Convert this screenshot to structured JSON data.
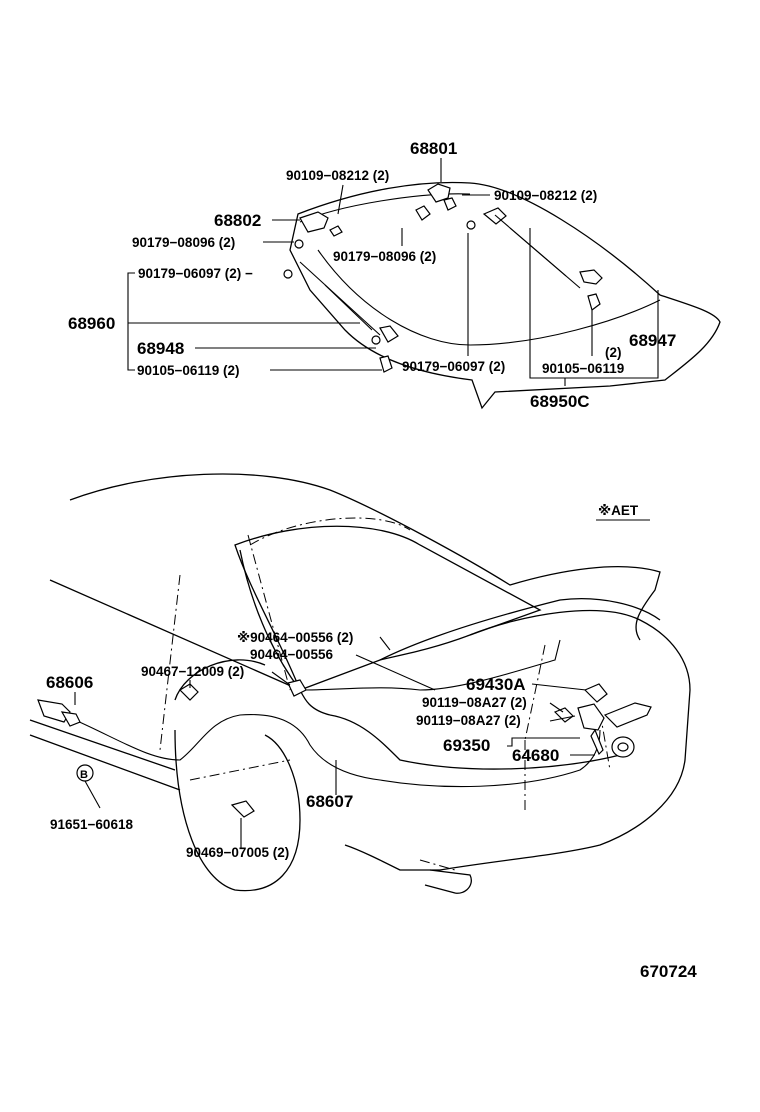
{
  "top_labels": {
    "p68801": "68801",
    "p90109_a": "90109−08212 (2)",
    "p90109_b": "90109−08212 (2)",
    "p68802": "68802",
    "p90179_08096_a": "90179−08096 (2)",
    "p90179_08096_b": "90179−08096 (2)",
    "p90179_06097_a": "90179−06097 (2) −",
    "p68960": "68960",
    "p68948": "68948",
    "p90105_a": "90105−06119 (2)",
    "p90179_06097_b": "90179−06097 (2)",
    "p90105_b": "90105−06119",
    "p_qty2": "(2)",
    "p68947": "68947",
    "p68950C": "68950C"
  },
  "bottom_labels": {
    "aet": "※AET",
    "p90464_a": "※90464−00556 (2)",
    "p90464_b": "90464−00556",
    "p90467": "90467−12009 (2)",
    "p68606": "68606",
    "p69430A": "69430A",
    "p90119_a": "90119−08A27 (2)",
    "p90119_b": "90119−08A27 (2)",
    "p69350": "69350",
    "p64680": "64680",
    "p68607": "68607",
    "circle_b": "B",
    "p91651": "91651−60618",
    "p90469": "90469−07005 (2)"
  },
  "figure_code": "670724"
}
